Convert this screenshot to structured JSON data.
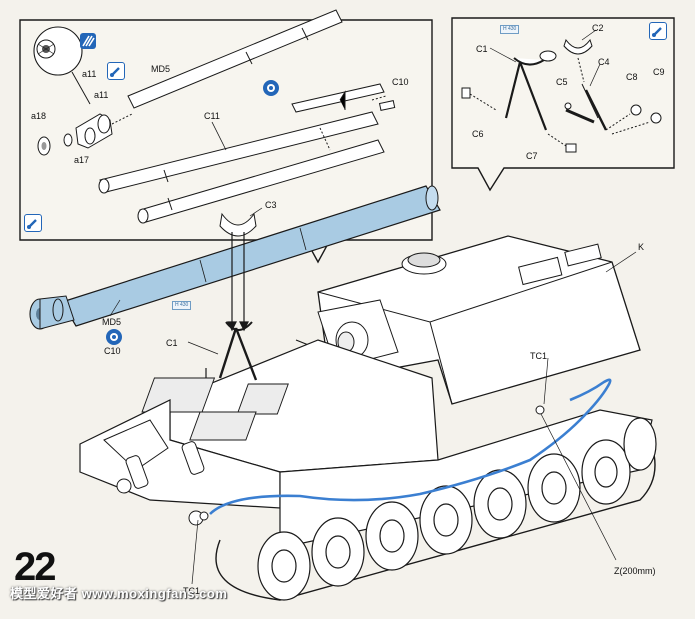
{
  "step_number": "22",
  "watermark": "模型爱好者 www.moxingfans.com",
  "part_labels": {
    "a11_circle": "a11",
    "a11": "a11",
    "a18": "a18",
    "a17": "a17",
    "md5_top": "MD5",
    "c10_top": "C10",
    "c11": "C11",
    "c3": "C3",
    "md5_main": "MD5",
    "c10_main": "C10",
    "c1_main": "C1",
    "k": "K",
    "tc1_right": "TC1",
    "tc1_left": "TC1",
    "z": "Z(200mm)",
    "c1_inset": "C1",
    "c2_inset": "C2",
    "c4_inset": "C4",
    "c5_inset": "C5",
    "c6_inset": "C6",
    "c7_inset": "C7",
    "c8_inset": "C8",
    "c9_inset": "C9"
  },
  "color_tags": {
    "inset_tag": "H 430",
    "gun_tag": "H 430"
  },
  "icons": {
    "camo_icon": "camo-stripes-icon",
    "brush_icon": "paint-brush-icon",
    "glue_icon": "cement-glue-icon"
  },
  "colors": {
    "gun_barrel": "#a9cbe3",
    "wire": "#3b7fd1",
    "icon_blue": "#2366b8",
    "line": "#1a1a1a",
    "background": "#f4f2ec"
  }
}
